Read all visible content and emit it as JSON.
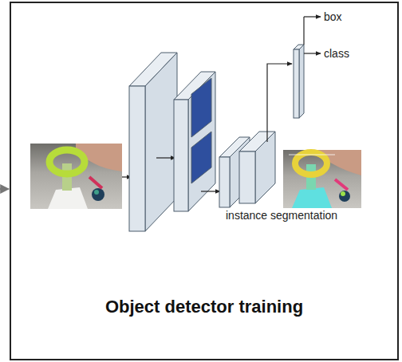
{
  "diagram": {
    "nodes": [
      {
        "text": [
          "Object detector training"
        ]
      }
    ],
    "labels": [
      "box",
      "class",
      "instance segmentation"
    ]
  }
}
